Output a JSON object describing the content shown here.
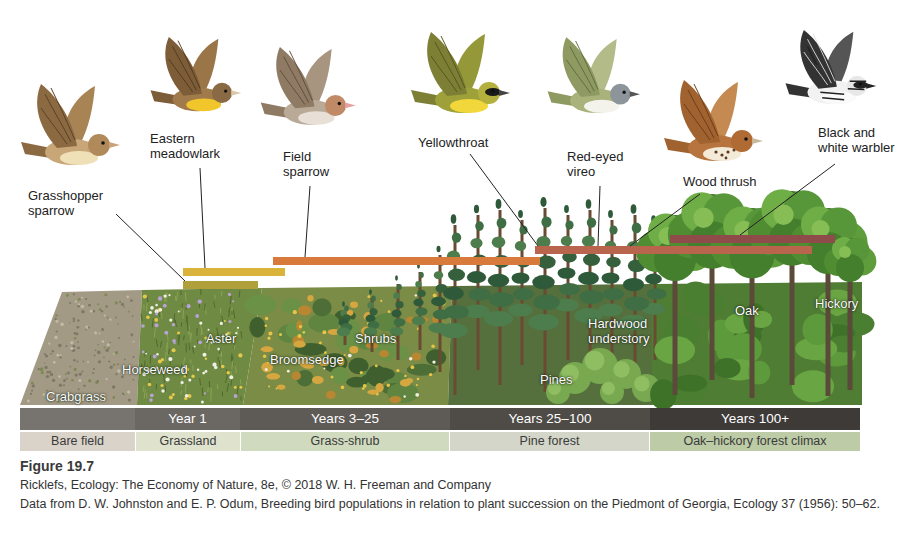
{
  "diagram": {
    "title": "Figure 19.7",
    "caption": "Ricklefs, Ecology: The Economy of Nature, 8e, © 2018 W. H. Freeman and Company",
    "nodes": [
      {
        "text": [
          "Year 1"
        ]
      },
      {
        "text": [
          "Years 3–25"
        ]
      },
      {
        "text": [
          "Years 25–100"
        ]
      },
      {
        "text": [
          "Years 100+"
        ]
      },
      {
        "text": [
          "Bare field"
        ]
      },
      {
        "text": [
          "Grassland"
        ]
      },
      {
        "text": [
          "Grass-shrub"
        ]
      },
      {
        "text": [
          "Pine forest"
        ]
      },
      {
        "text": [
          "Oak–hickory forest climax"
        ]
      }
    ],
    "labels": [
      "Grasshopper sparrow",
      "Eastern meadowlark",
      "Field sparrow",
      "Yellowthroat",
      "Red-eyed vireo",
      "Wood thrush",
      "Black and white warbler",
      "Crabgrass",
      "Horseweed",
      "Aster",
      "Broomsedge",
      "Shrubs",
      "Hardwood understory",
      "Pines",
      "Oak",
      "Hickory",
      "Data from D. W. Johnston and E. P. Odum, Breeding bird populations in relation to plant succession on the Piedmont of Georgia, Ecology 37 (1956): 50–62."
    ]
  }
}
